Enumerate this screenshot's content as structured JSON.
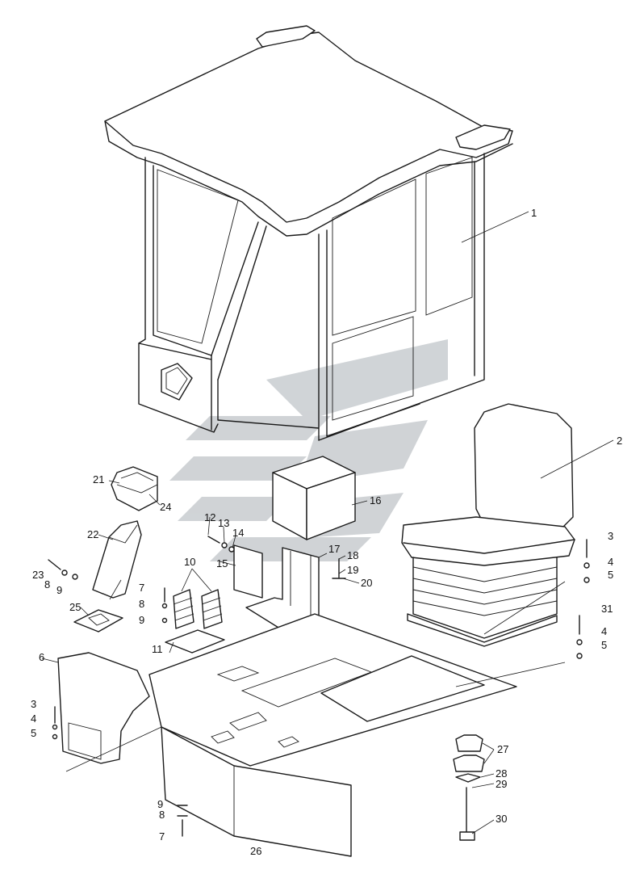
{
  "callouts": [
    "1",
    "2",
    "3",
    "4",
    "5",
    "6",
    "7",
    "8",
    "9",
    "10",
    "11",
    "12",
    "13",
    "14",
    "15",
    "16",
    "17",
    "18",
    "19",
    "20",
    "21",
    "22",
    "23",
    "24",
    "25",
    "26",
    "27",
    "28",
    "29",
    "30",
    "31"
  ],
  "watermark_color": "#c8ccd0"
}
